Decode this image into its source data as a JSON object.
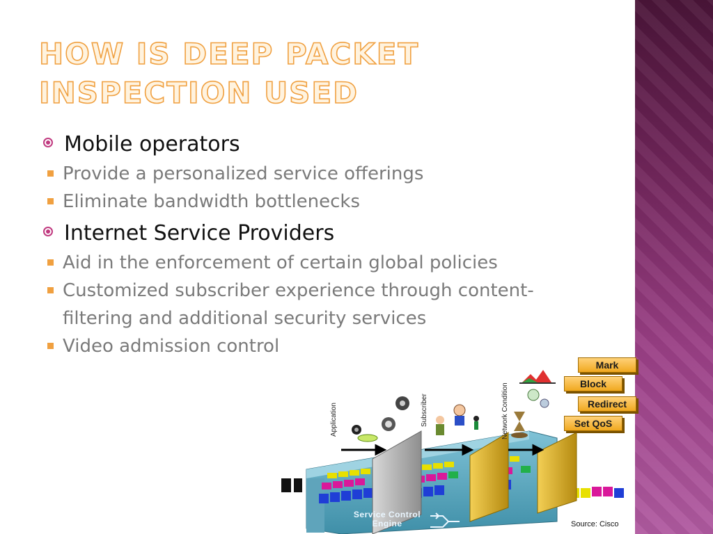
{
  "slide": {
    "title": "How is Deep Packet  Inspection used",
    "sections": [
      {
        "label": "Mobile operators",
        "items": [
          "Provide a personalized service offerings",
          "Eliminate bandwidth bottlenecks"
        ]
      },
      {
        "label": "Internet Service Providers",
        "items": [
          "Aid in the enforcement of certain global policies",
          "Customized subscriber experience through content-filtering and additional security services",
          "Video admission control"
        ]
      }
    ]
  },
  "diagram": {
    "actions": [
      "Mark",
      "Block",
      "Redirect",
      "Set QoS"
    ],
    "axis_labels": {
      "application": "Application",
      "subscriber": "Subscriber",
      "network_condition": "Network Condition"
    },
    "engine_label_line1": "Service Control",
    "engine_label_line2": "Engine",
    "source": "Source: Cisco"
  },
  "colors": {
    "title_outline": "#f0a040",
    "bullet_marker": "#c0397f",
    "sub_bullet": "#f0a040",
    "side_band": "#7a2a66"
  }
}
